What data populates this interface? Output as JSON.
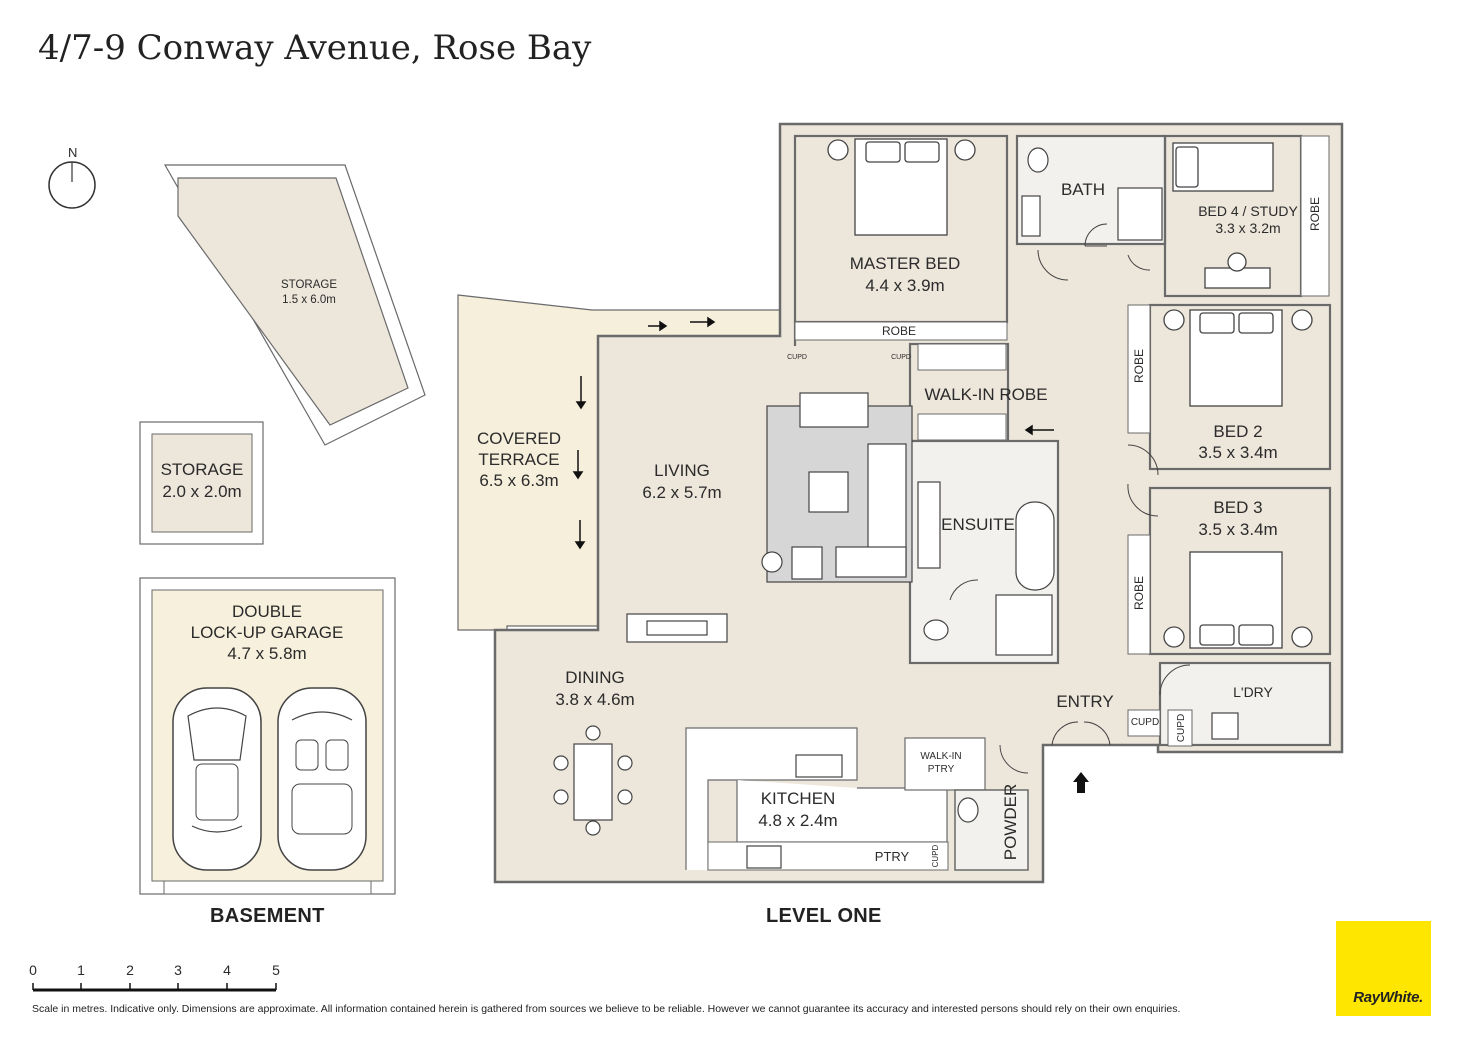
{
  "title": "4/7-9 Conway Avenue, Rose Bay",
  "north_label": "N",
  "rooms": {
    "storage_upper": {
      "name": "STORAGE",
      "dims": "1.5 x 6.0m"
    },
    "storage_small": {
      "name": "STORAGE",
      "dims": "2.0 x 2.0m"
    },
    "garage": {
      "name_line1": "DOUBLE",
      "name_line2": "LOCK-UP GARAGE",
      "dims": "4.7 x 5.8m"
    },
    "terrace": {
      "name_line1": "COVERED",
      "name_line2": "TERRACE",
      "dims": "6.5 x 6.3m"
    },
    "living": {
      "name": "LIVING",
      "dims": "6.2 x 5.7m"
    },
    "dining": {
      "name": "DINING",
      "dims": "3.8 x 4.6m"
    },
    "kitchen": {
      "name": "KITCHEN",
      "dims": "4.8 x 2.4m"
    },
    "master_bed": {
      "name": "MASTER BED",
      "dims": "4.4 x 3.9m"
    },
    "bath": {
      "name": "BATH"
    },
    "bed4": {
      "name": "BED 4 / STUDY",
      "dims": "3.3 x 3.2m"
    },
    "bed2": {
      "name": "BED 2",
      "dims": "3.5 x 3.4m"
    },
    "bed3": {
      "name": "BED 3",
      "dims": "3.5 x 3.4m"
    },
    "walk_in_robe": {
      "name": "WALK-IN ROBE"
    },
    "ensuite": {
      "name": "ENSUITE"
    },
    "entry": {
      "name": "ENTRY"
    },
    "laundry": {
      "name": "L'DRY"
    },
    "powder": {
      "name": "POWDER"
    },
    "walk_in_pantry": {
      "name_line1": "WALK-IN",
      "name_line2": "PTRY"
    },
    "pantry": {
      "name": "PTRY"
    }
  },
  "fixtures": {
    "robe": "ROBE",
    "cupboard": "CUPD"
  },
  "section_labels": {
    "basement": "BASEMENT",
    "level_one": "LEVEL ONE"
  },
  "scale": {
    "ticks": [
      "0",
      "1",
      "2",
      "3",
      "4",
      "5"
    ]
  },
  "disclaimer": "Scale in metres. Indicative only. Dimensions are approximate. All information contained herein is gathered from sources we believe to be reliable. However we cannot guarantee its accuracy and interested persons should rely on their own enquiries.",
  "logo": "RayWhite.",
  "colors": {
    "floor": "#ede6db",
    "terrace": "#f5efdc",
    "garage": "#f7f0dc",
    "wall": "#6a6a6a",
    "tile": "#f3f1ee",
    "logo_yellow": "#ffe600"
  }
}
